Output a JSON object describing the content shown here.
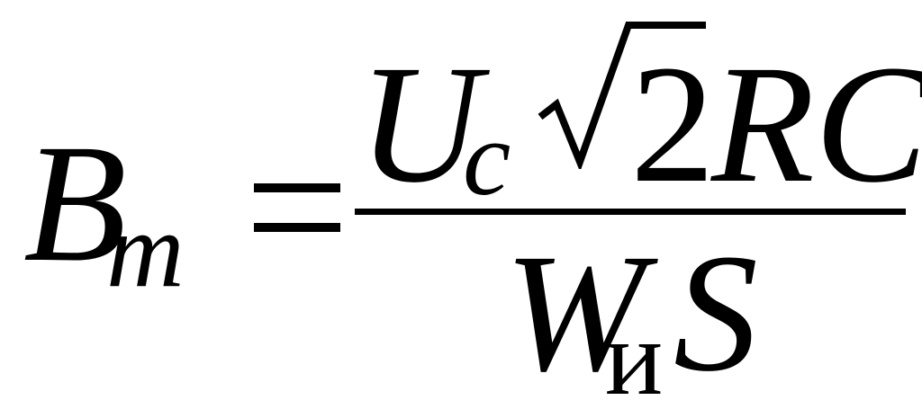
{
  "formula": {
    "lhs": {
      "symbol": "B",
      "subscript": "m"
    },
    "relation": "=",
    "numerator": {
      "symbol": "U",
      "subscript": "c",
      "radical": "2",
      "rest": "RC"
    },
    "denominator": {
      "symbol": "W",
      "subscript": "и",
      "rest": "S"
    },
    "color": "#000000"
  }
}
